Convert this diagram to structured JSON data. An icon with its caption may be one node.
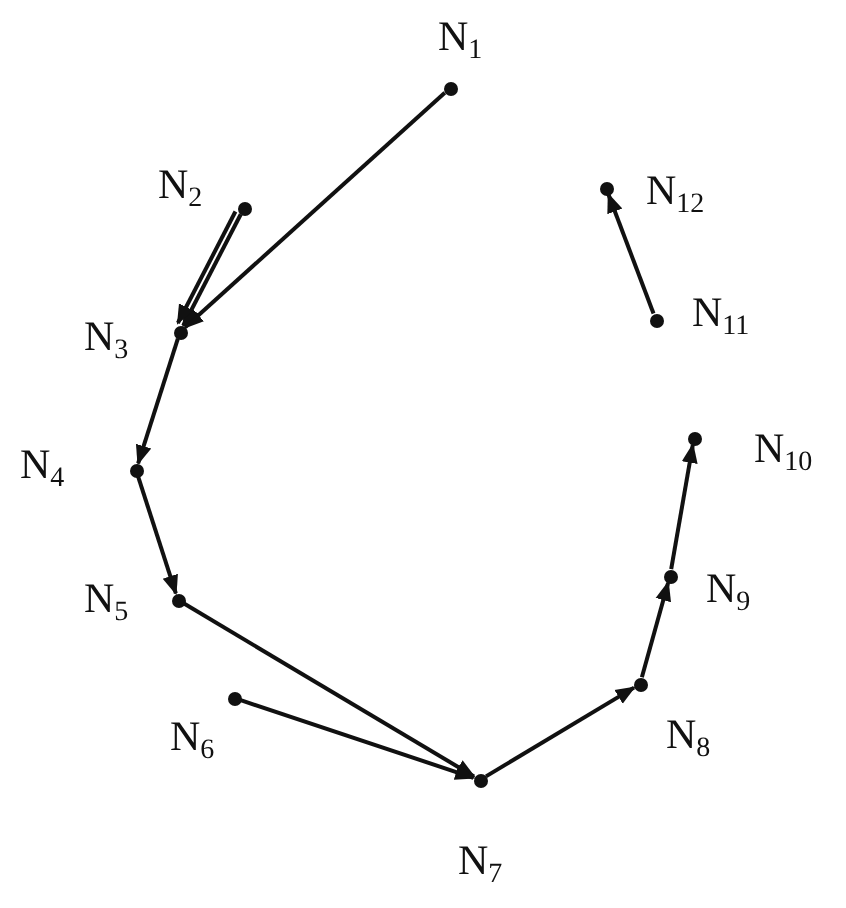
{
  "diagram": {
    "nodes": [
      {
        "text": [],
        "shape": "circle",
        "beside": [
          "N$_{1}$"
        ]
      },
      {
        "text": [],
        "shape": "circle",
        "beside": [
          "N$_{2}$"
        ]
      },
      {
        "text": [],
        "shape": "circle",
        "beside": [
          "N$_{3}$"
        ]
      },
      {
        "text": [],
        "shape": "circle",
        "beside": [
          "N$_{4}$"
        ]
      },
      {
        "text": [],
        "shape": "circle",
        "beside": [
          "N$_{5}$"
        ]
      },
      {
        "text": [],
        "shape": "circle",
        "beside": [
          "N$_{6}$"
        ]
      },
      {
        "text": [],
        "shape": "circle",
        "beside": [
          "N$_{7}$"
        ]
      },
      {
        "text": [],
        "shape": "circle",
        "beside": [
          "N$_{8}$"
        ]
      },
      {
        "text": [],
        "shape": "circle",
        "beside": [
          "N$_{9}$"
        ]
      },
      {
        "text": [],
        "shape": "circle",
        "beside": [
          "N$_{10}$"
        ]
      },
      {
        "text": [],
        "shape": "circle",
        "beside": [
          "N$_{11}$"
        ]
      },
      {
        "text": [],
        "shape": "circle",
        "beside": [
          "N$_{12}$"
        ]
      }
    ],
    "edges": [
      {
        "from": 0,
        "to": 2,
        "arrow": "to"
      },
      {
        "from": 1,
        "to": 2,
        "arrow": "to"
      },
      {
        "from": 1,
        "to": 2,
        "arrow": "to"
      },
      {
        "from": 2,
        "to": 3,
        "arrow": "to"
      },
      {
        "from": 3,
        "to": 4,
        "arrow": "to"
      },
      {
        "from": 4,
        "to": 6,
        "arrow": "to"
      },
      {
        "from": 5,
        "to": 6,
        "arrow": "to"
      },
      {
        "from": 6,
        "to": 7,
        "arrow": "to"
      },
      {
        "from": 7,
        "to": 8,
        "arrow": "to"
      },
      {
        "from": 8,
        "to": 9,
        "arrow": "to"
      },
      {
        "from": 10,
        "to": 11,
        "arrow": "to"
      }
    ]
  }
}
